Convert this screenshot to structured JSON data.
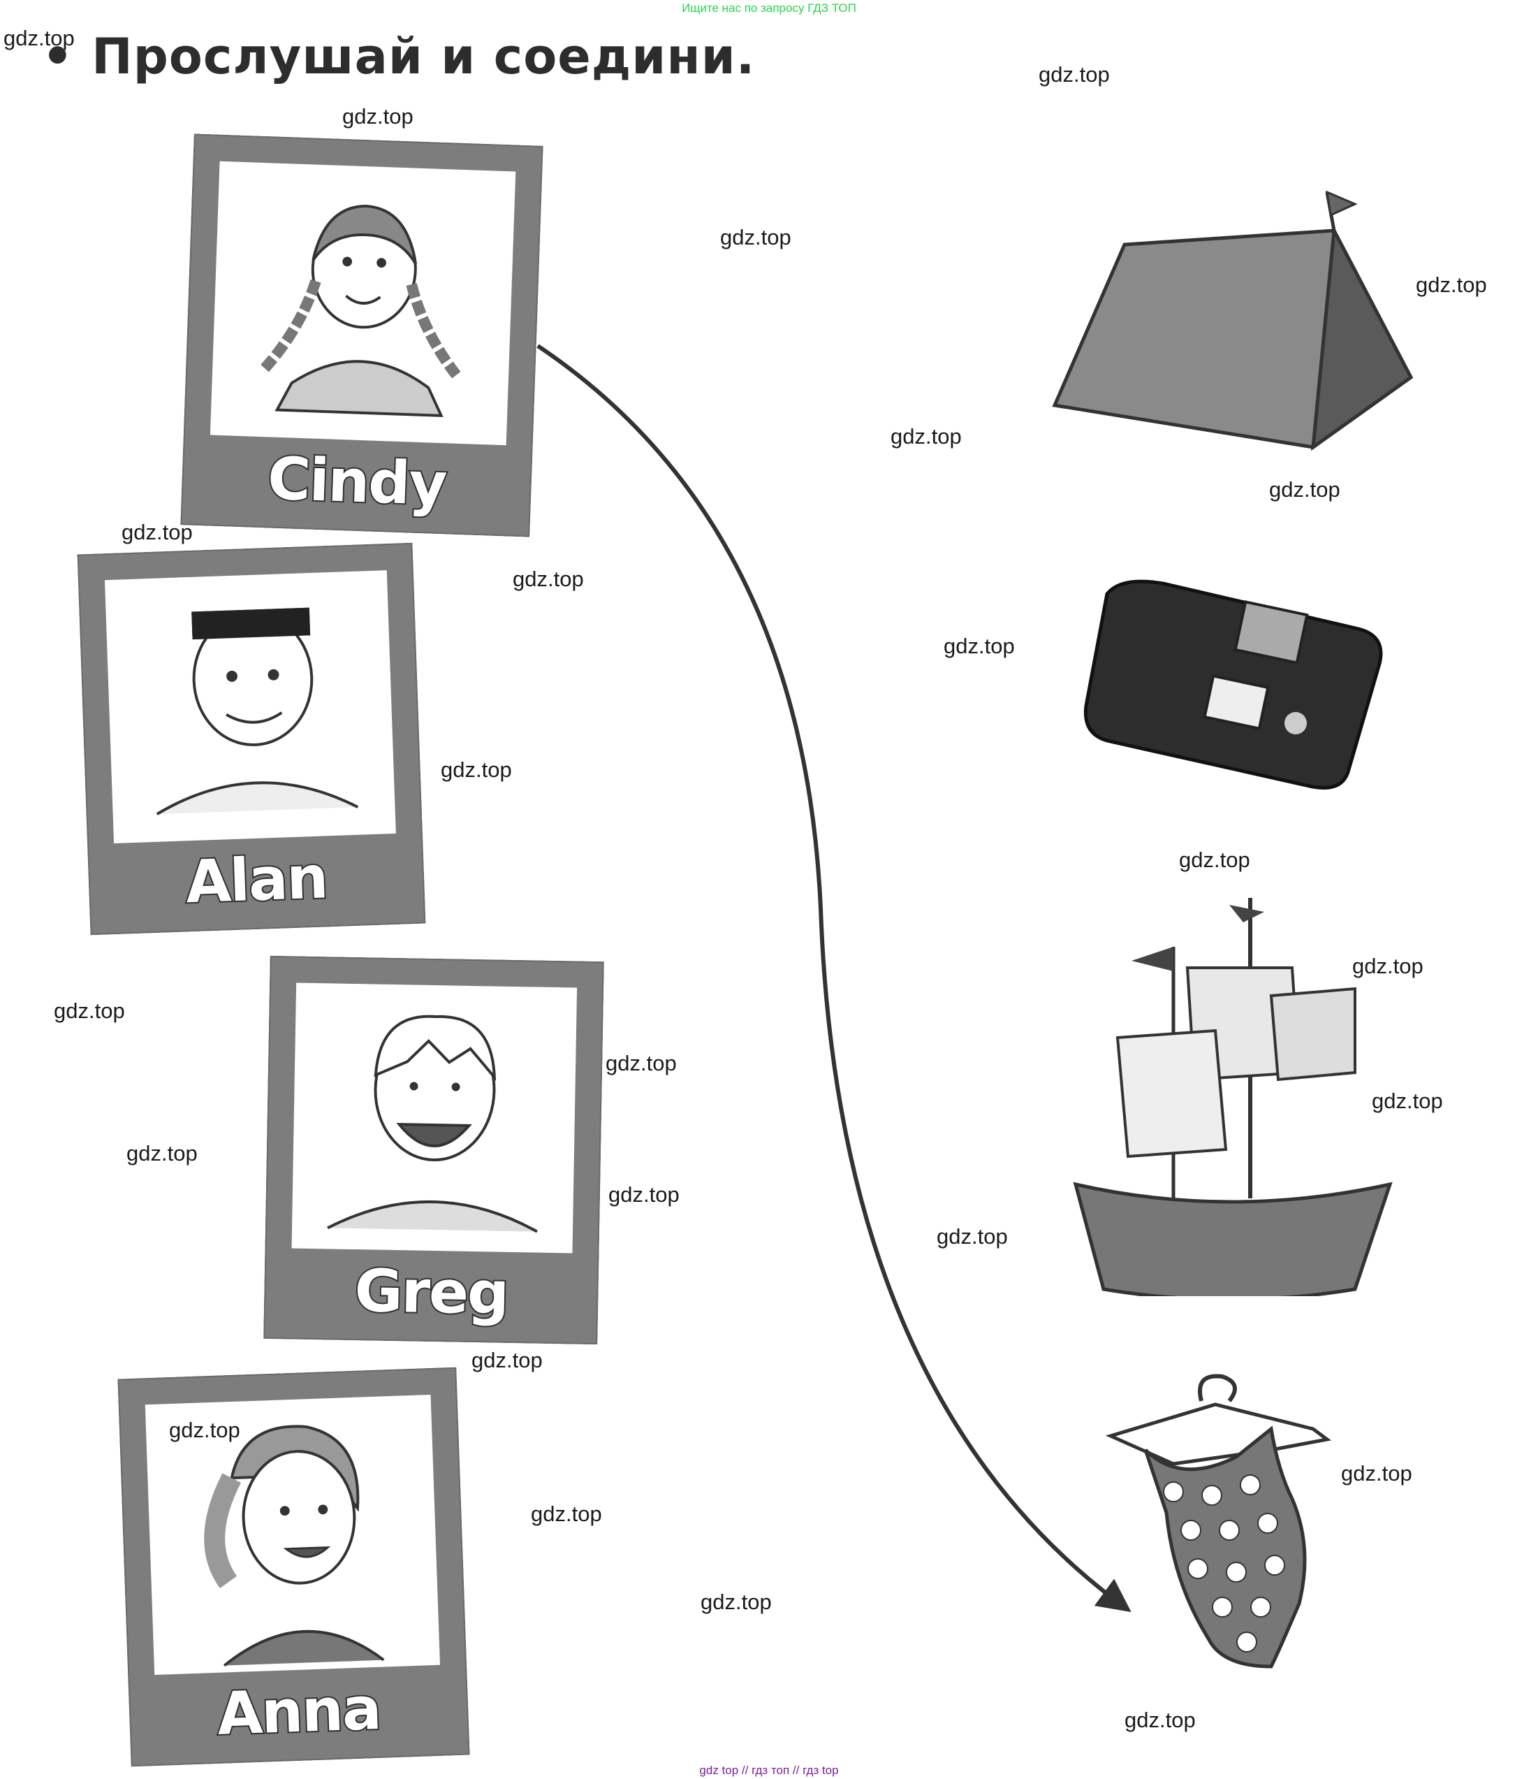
{
  "header": {
    "banner": "Ищите нас по запросу ГДЗ ТОП",
    "title": "• Прослушай и соедини."
  },
  "cards": [
    {
      "name": "Cindy"
    },
    {
      "name": "Alan"
    },
    {
      "name": "Greg"
    },
    {
      "name": "Anna"
    }
  ],
  "objects": [
    {
      "icon": "tent-icon"
    },
    {
      "icon": "camera-icon"
    },
    {
      "icon": "ship-icon"
    },
    {
      "icon": "swimsuit-icon"
    }
  ],
  "connector": {
    "from": "Cindy",
    "to": "swimsuit"
  },
  "watermark": "gdz.top",
  "footer": "gdz top  //  гдз топ  //  гдз top"
}
